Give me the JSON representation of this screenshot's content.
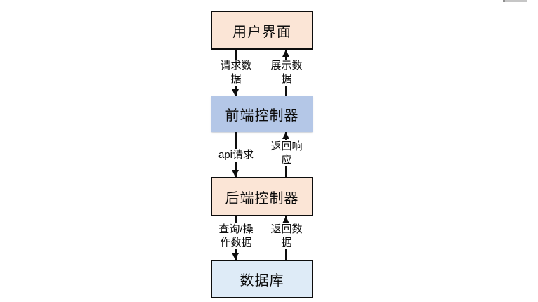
{
  "diagram": {
    "title": "frontend-backend data flow",
    "nodes": [
      {
        "id": "user-interface",
        "label": "用户界面",
        "bg": "#FBE5D6",
        "border": "#0d0d0d"
      },
      {
        "id": "frontend-controller",
        "label": "前端控制器",
        "bg": "#B4C7E7",
        "border": "none"
      },
      {
        "id": "backend-controller",
        "label": "后端控制器",
        "bg": "#FBE5D6",
        "border": "#0d0d0d"
      },
      {
        "id": "database",
        "label": "数据库",
        "bg": "#DEEBF7",
        "border": "#0d0d0d"
      }
    ],
    "edges": [
      {
        "from": "user-interface",
        "to": "frontend-controller",
        "direction": "down",
        "label": "请求数据",
        "line1": "请求数",
        "line2": "据"
      },
      {
        "from": "frontend-controller",
        "to": "user-interface",
        "direction": "up",
        "label": "展示数据",
        "line1": "展示数",
        "line2": "据"
      },
      {
        "from": "frontend-controller",
        "to": "backend-controller",
        "direction": "down",
        "label": "api请求",
        "line1": "api请求",
        "line2": ""
      },
      {
        "from": "backend-controller",
        "to": "frontend-controller",
        "direction": "up",
        "label": "返回响应",
        "line1": "返回响",
        "line2": "应"
      },
      {
        "from": "backend-controller",
        "to": "database",
        "direction": "down",
        "label": "查询/操作数据",
        "line1": "查询/操",
        "line2": "作数据"
      },
      {
        "from": "database",
        "to": "backend-controller",
        "direction": "up",
        "label": "返回数据",
        "line1": "返回数",
        "line2": "据"
      }
    ],
    "colors": {
      "node_peach": "#FBE5D6",
      "node_blue": "#B4C7E7",
      "node_light_blue": "#DEEBF7",
      "line": "#0d0d0d",
      "background": "#ffffff"
    }
  }
}
